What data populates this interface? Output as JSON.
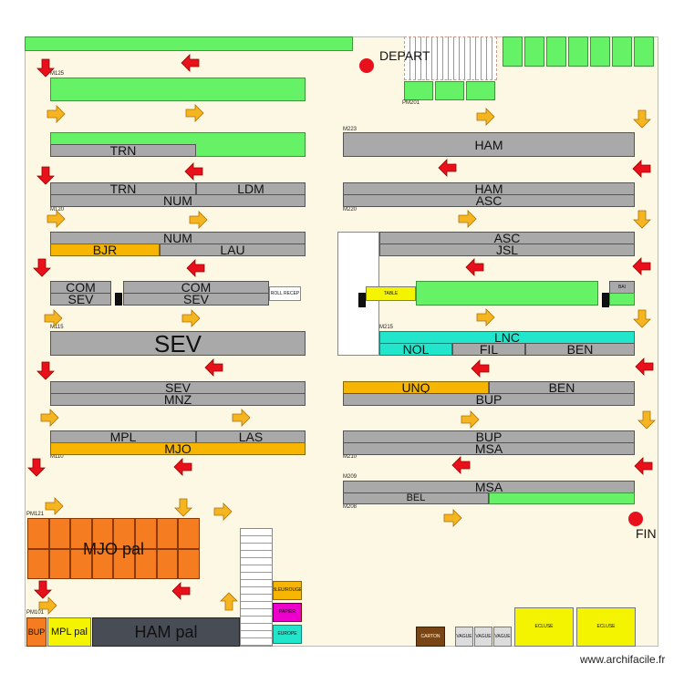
{
  "labels": {
    "depart": "DEPART",
    "fin": "FIN",
    "credit": "www.archifacile.fr"
  },
  "zones": {
    "m125": "M125",
    "m120": "M120",
    "m115": "M115",
    "m110": "M110",
    "pm121": "PM121",
    "pm101": "PM101",
    "pm201": "PM201",
    "m223": "M223",
    "m220": "M220",
    "m215": "M215",
    "m210": "M210",
    "m209": "M209",
    "m208": "M208"
  },
  "left_racks": {
    "trn1": "TRN",
    "trn2": "TRN",
    "ldm": "LDM",
    "num1": "NUM",
    "num2": "NUM",
    "bjr": "BJR",
    "lau": "LAU",
    "com1": "COM",
    "sev1": "SEV",
    "com2": "COM",
    "sev2": "SEV",
    "roll_recep": "ROLL RECEP",
    "sev_big": "SEV",
    "sev3": "SEV",
    "mnz": "MNZ",
    "mpl": "MPL",
    "las": "LAS",
    "mjo": "MJO"
  },
  "right_racks": {
    "ham1": "HAM",
    "ham2": "HAM",
    "asc1": "ASC",
    "asc2": "ASC",
    "jsl": "JSL",
    "table": "TABLE",
    "bac": "BAI",
    "lnc": "LNC",
    "nol": "NOL",
    "fil": "FIL",
    "ben1": "BEN",
    "unq": "UNQ",
    "ben2": "BEN",
    "bup1": "BUP",
    "bup2": "BUP",
    "msa1": "MSA",
    "msa2": "MSA",
    "bel": "BEL"
  },
  "bottom": {
    "mjo_pal": "MJO pal",
    "bup": "BUP",
    "mpl_pal": "MPL pal",
    "ham_pal": "HAM pal",
    "bleu_rouge": "BLEU/ROUGE",
    "papier": "PAPIER",
    "europe": "EUROPE",
    "carton": "CARTON",
    "vague1": "VAGUE",
    "vague2": "VAGUE",
    "vague3": "VAGUE",
    "ecluse1": "ECLUSE",
    "ecluse2": "ECLUSE"
  },
  "colors": {
    "green": "#66f266",
    "grey": "#a9a9a9",
    "yellow": "#f7b500",
    "teal": "#22e6cc",
    "orange": "#f57c20",
    "dark": "#474c55",
    "red_arrow": "#e8101a",
    "orange_arrow": "#f5b520"
  }
}
